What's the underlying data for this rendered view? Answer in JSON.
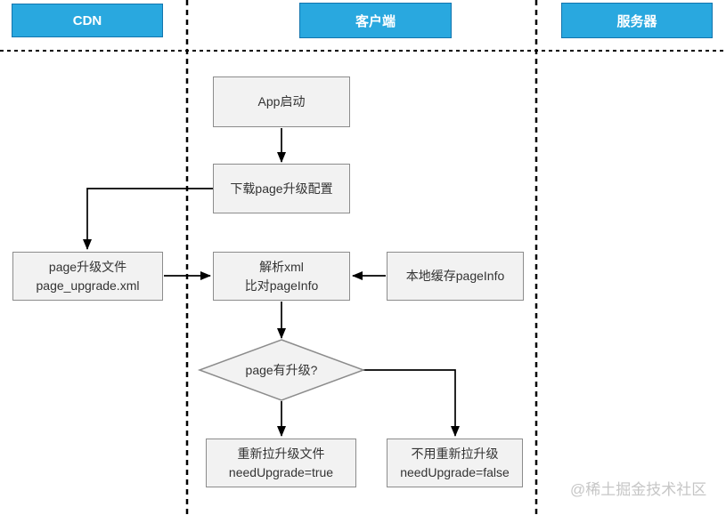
{
  "lanes": {
    "cdn": {
      "label": "CDN"
    },
    "client": {
      "label": "客户端"
    },
    "server": {
      "label": "服务器"
    }
  },
  "nodes": {
    "app_start": {
      "label": "App启动"
    },
    "download_config": {
      "label": "下载page升级配置"
    },
    "page_upgrade_file": {
      "line1": "page升级文件",
      "line2": "page_upgrade.xml"
    },
    "parse_xml": {
      "line1": "解析xml",
      "line2": "比对pageInfo"
    },
    "local_cache": {
      "label": "本地缓存pageInfo"
    },
    "decision": {
      "label": "page有升级?"
    },
    "need_upgrade_true": {
      "line1": "重新拉升级文件",
      "line2": "needUpgrade=true"
    },
    "need_upgrade_false": {
      "line1": "不用重新拉升级",
      "line2": "needUpgrade=false"
    }
  },
  "edges": [
    {
      "from": "app_start",
      "to": "download_config"
    },
    {
      "from": "download_config",
      "to": "page_upgrade_file"
    },
    {
      "from": "page_upgrade_file",
      "to": "parse_xml"
    },
    {
      "from": "local_cache",
      "to": "parse_xml"
    },
    {
      "from": "parse_xml",
      "to": "decision"
    },
    {
      "from": "decision",
      "to": "need_upgrade_true"
    },
    {
      "from": "decision",
      "to": "need_upgrade_false"
    }
  ],
  "watermark": "@稀土掘金技术社区",
  "colors": {
    "lane_header_fill": "#29A8DF",
    "lane_header_border": "#1375AE",
    "node_fill": "#F2F2F2",
    "node_border": "#8C8C8C",
    "line": "#000000",
    "watermark": "#C6C6C6"
  }
}
